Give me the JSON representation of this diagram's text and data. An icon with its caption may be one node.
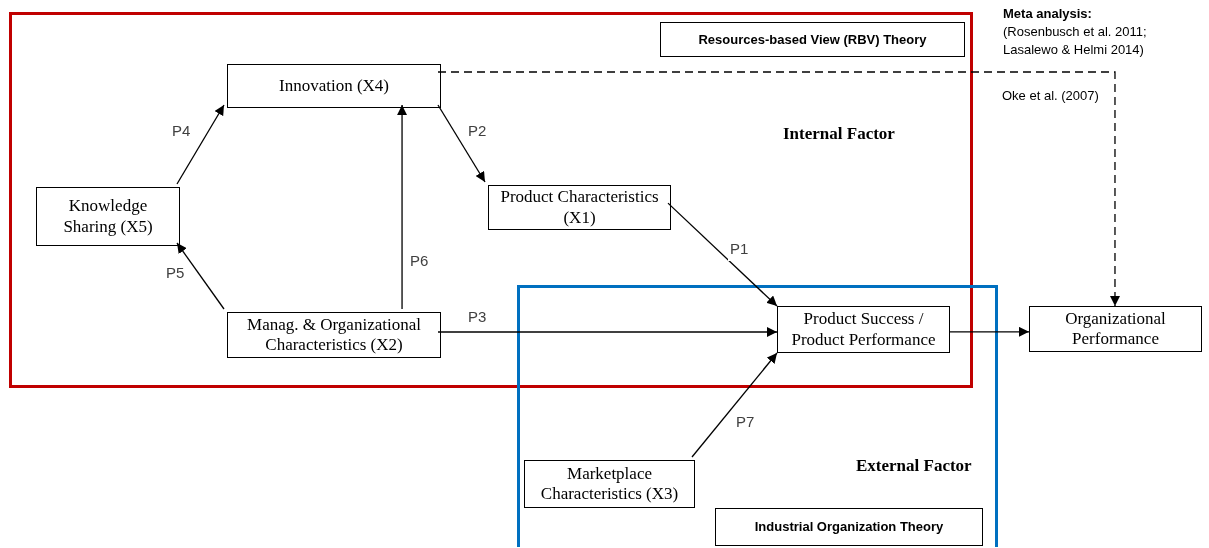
{
  "diagram": {
    "nodes": [
      {
        "text": [
          "Internal Factor"
        ]
      },
      {
        "text": [
          "Resources-based View (RBV) Theory"
        ],
        "in": 0
      },
      {
        "text": [
          "Innovation (X4)"
        ],
        "in": 0
      },
      {
        "text": [
          "Knowledge Sharing (X5)"
        ],
        "in": 0
      },
      {
        "text": [
          "Product Characteristics (X1)"
        ],
        "in": 0
      },
      {
        "text": [
          "Manag. & Organizational Characteristics (X2)"
        ],
        "in": 0
      },
      {
        "text": [
          "Product Success / Product Performance"
        ]
      },
      {
        "text": [
          "External Factor"
        ]
      },
      {
        "text": [
          "Marketplace Characteristics (X3)"
        ],
        "in": 7
      },
      {
        "text": [
          "Industrial Organization Theory"
        ],
        "in": 7
      },
      {
        "text": [
          "Organizational Performance"
        ]
      }
    ],
    "edges": [
      {
        "from": 3,
        "to": 2,
        "arrow": "to",
        "label": "P4"
      },
      {
        "from": 5,
        "to": 3,
        "arrow": "to",
        "label": "P5"
      },
      {
        "from": 5,
        "to": 2,
        "arrow": "to",
        "label": "P6"
      },
      {
        "from": 2,
        "to": 4,
        "arrow": "to",
        "label": "P2"
      },
      {
        "from": 4,
        "to": 6,
        "arrow": "to",
        "label": "P1"
      },
      {
        "from": 5,
        "to": 6,
        "arrow": "to",
        "label": "P3"
      },
      {
        "from": 8,
        "to": 6,
        "arrow": "to",
        "label": "P7"
      },
      {
        "from": 6,
        "to": 10,
        "arrow": "to"
      },
      {
        "from": 2,
        "to": 10,
        "arrow": "to",
        "style": "dashed",
        "label": "Oke et al. (2007)"
      }
    ],
    "labels": [
      "Meta analysis:",
      "(Rosenbusch et al. 2011; Lasalewo & Helmi 2014)"
    ]
  }
}
